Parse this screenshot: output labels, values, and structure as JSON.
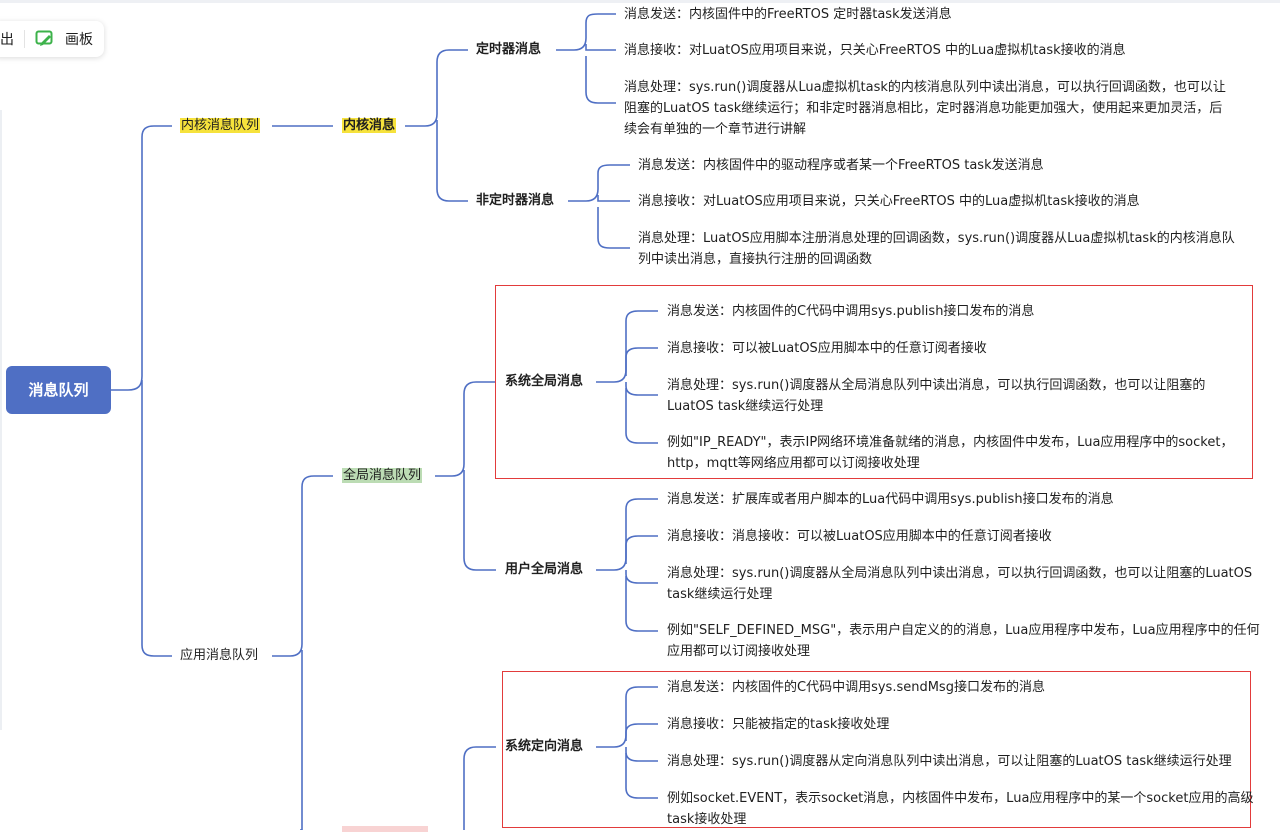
{
  "toolbar": {
    "export_label": "出",
    "board_label": "画板",
    "board_icon": "pen-board-icon"
  },
  "colors": {
    "root_bg": "#4f6fc4",
    "line": "#4f6fc4",
    "highlight_yellow": "#f6e23c",
    "highlight_green": "#bcdcb4",
    "red_box": "#e23b3b"
  },
  "mindmap": {
    "root": "消息队列",
    "kernel_queue": {
      "label": "内核消息队列",
      "kernel_msg": {
        "label": "内核消息",
        "timer": {
          "label": "定时器消息",
          "items": [
            "消息发送：内核固件中的FreeRTOS 定时器task发送消息",
            "消息接收：对LuatOS应用项目来说，只关心FreeRTOS 中的Lua虚拟机task接收的消息",
            "消息处理：sys.run()调度器从Lua虚拟机task的内核消息队列中读出消息，可以执行回调函数，也可以让阻塞的LuatOS task继续运行；和非定时器消息相比，定时器消息功能更加强大，使用起来更加灵活，后续会有单独的一个章节进行讲解"
          ]
        },
        "non_timer": {
          "label": "非定时器消息",
          "items": [
            "消息发送：内核固件中的驱动程序或者某一个FreeRTOS task发送消息",
            "消息接收：对LuatOS应用项目来说，只关心FreeRTOS 中的Lua虚拟机task接收的消息",
            "消息处理：LuatOS应用脚本注册消息处理的回调函数，sys.run()调度器从Lua虚拟机task的内核消息队列中读出消息，直接执行注册的回调函数"
          ]
        }
      }
    },
    "app_queue": {
      "label": "应用消息队列",
      "global_queue": {
        "label": "全局消息队列",
        "system_global": {
          "label": "系统全局消息",
          "items": [
            "消息发送：内核固件的C代码中调用sys.publish接口发布的消息",
            "消息接收：可以被LuatOS应用脚本中的任意订阅者接收",
            "消息处理：sys.run()调度器从全局消息队列中读出消息，可以执行回调函数，也可以让阻塞的LuatOS task继续运行处理",
            "例如\"IP_READY\"，表示IP网络环境准备就绪的消息，内核固件中发布，Lua应用程序中的socket，http，mqtt等网络应用都可以订阅接收处理"
          ]
        },
        "user_global": {
          "label": "用户全局消息",
          "items": [
            "消息发送：扩展库或者用户脚本的Lua代码中调用sys.publish接口发布的消息",
            "消息接收：消息接收：可以被LuatOS应用脚本中的任意订阅者接收",
            "消息处理：sys.run()调度器从全局消息队列中读出消息，可以执行回调函数，也可以让阻塞的LuatOS task继续运行处理",
            "例如\"SELF_DEFINED_MSG\"，表示用户自定义的的消息，Lua应用程序中发布，Lua应用程序中的任何应用都可以订阅接收处理"
          ]
        }
      },
      "system_directed": {
        "label": "系统定向消息",
        "items": [
          "消息发送：内核固件的C代码中调用sys.sendMsg接口发布的消息",
          "消息接收：只能被指定的task接收处理",
          "消息处理：sys.run()调度器从定向消息队列中读出消息，可以让阻塞的LuatOS task继续运行处理",
          "例如socket.EVENT，表示socket消息，内核固件中发布，Lua应用程序中的某一个socket应用的高级task接收处理"
        ]
      }
    }
  }
}
